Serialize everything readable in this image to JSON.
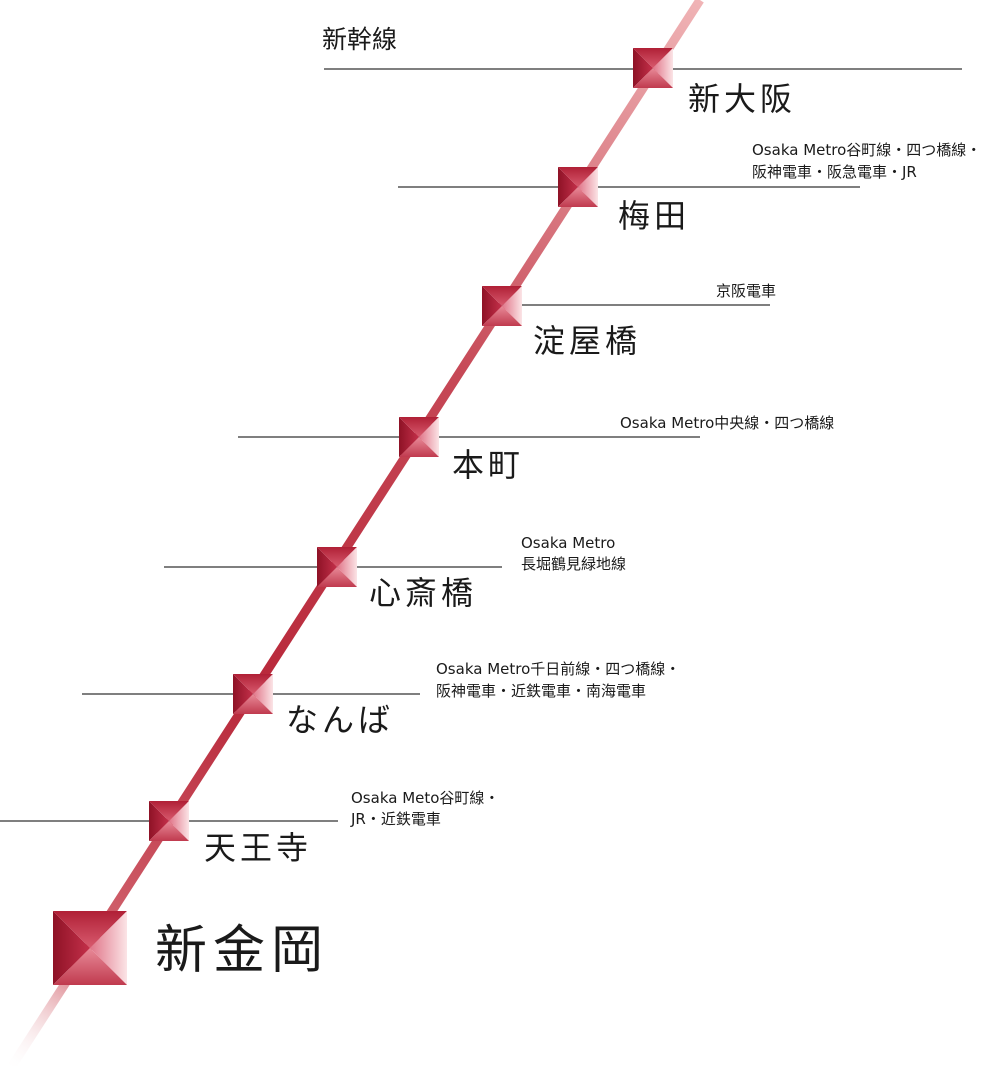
{
  "top_line_label": "新幹線",
  "stations": [
    {
      "id": "shin-osaka",
      "name": "新大阪",
      "transfers": []
    },
    {
      "id": "umeda",
      "name": "梅田",
      "transfers": [
        "Osaka Metro谷町線・四つ橋線・",
        "阪神電車・阪急電車・JR"
      ]
    },
    {
      "id": "yodoyabashi",
      "name": "淀屋橋",
      "transfers": [
        "京阪電車"
      ]
    },
    {
      "id": "honmachi",
      "name": "本町",
      "transfers": [
        "Osaka Metro中央線・四つ橋線"
      ]
    },
    {
      "id": "shinsaibashi",
      "name": "心斎橋",
      "transfers": [
        "Osaka Metro",
        "長堀鶴見緑地線"
      ]
    },
    {
      "id": "namba",
      "name": "なんば",
      "transfers": [
        "Osaka Metro千日前線・四つ橋線・",
        "阪神電車・近鉄電車・南海電車"
      ]
    },
    {
      "id": "tennoji",
      "name": "天王寺",
      "transfers": [
        "Osaka Meto谷町線・",
        "JR・近鉄電車"
      ]
    }
  ],
  "origin": {
    "name": "新金岡"
  },
  "colors": {
    "route_dark": "#b8283a",
    "route_light": "#e8a0a4",
    "marker_dark": "#a8182e",
    "marker_mid": "#d8506a",
    "marker_light": "#f4c8cc",
    "connector": "#555555"
  }
}
